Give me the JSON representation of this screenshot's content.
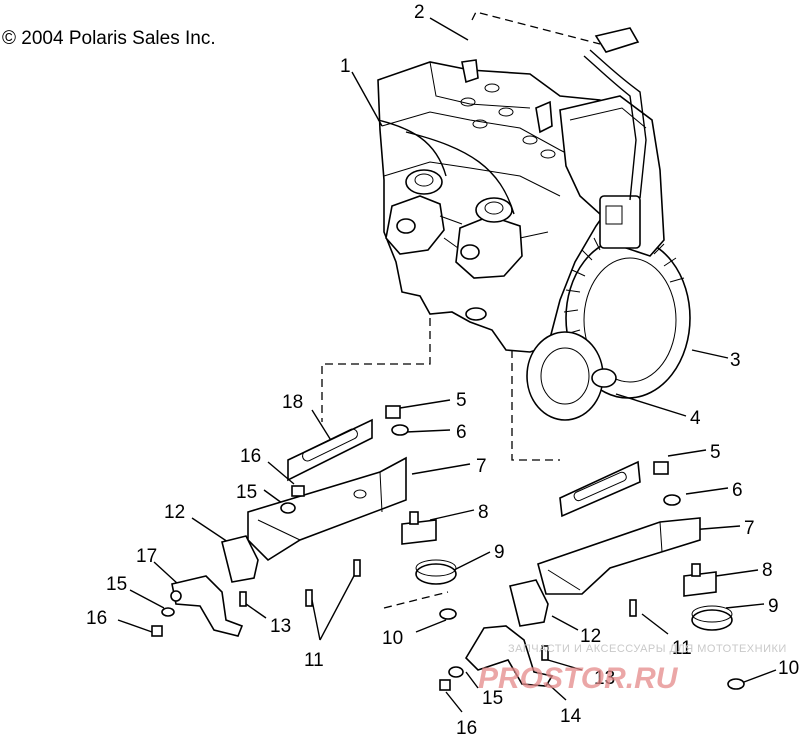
{
  "copyright": "© 2004 Polaris Sales Inc.",
  "callouts": {
    "c1": "1",
    "c2": "2",
    "c3": "3",
    "c4": "4",
    "c5a": "5",
    "c5b": "5",
    "c6a": "6",
    "c6b": "6",
    "c7a": "7",
    "c7b": "7",
    "c8a": "8",
    "c8b": "8",
    "c9a": "9",
    "c9b": "9",
    "c10a": "10",
    "c10b": "10",
    "c11a": "11",
    "c11b": "11",
    "c12a": "12",
    "c12b": "12",
    "c13a": "13",
    "c13b": "13",
    "c14": "14",
    "c15a": "15",
    "c15b": "15",
    "c15c": "15",
    "c16a": "16",
    "c16b": "16",
    "c16c": "16",
    "c17": "17",
    "c18": "18"
  },
  "watermark": {
    "tagline": "ЗАПЧАСТИ И АКСЕССУАРЫ ДЛЯ МОТОТЕХНИКИ",
    "brand": "PROSTOR.RU"
  }
}
